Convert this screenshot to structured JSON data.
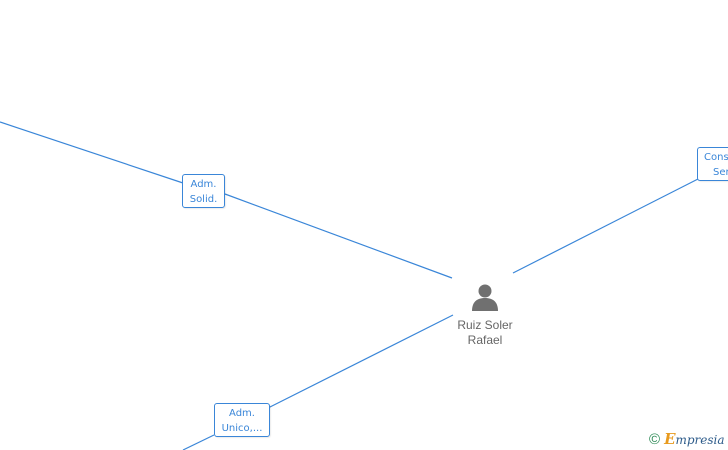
{
  "person": {
    "name_line1": "Ruiz Soler",
    "name_line2": "Rafael",
    "icon": "person-icon"
  },
  "roles": {
    "adm_solid": {
      "line1": "Adm.",
      "line2": "Solid."
    },
    "adm_unico": {
      "line1": "Adm.",
      "line2": "Unico,..."
    },
    "consejero": {
      "line1": "Cons",
      "line2": "Ser"
    }
  },
  "watermark": {
    "copyright": "©",
    "brand_initial": "E",
    "brand_rest": "mpresia"
  },
  "colors": {
    "edge": "#3a86d8",
    "person_icon": "#707070",
    "name_text": "#666666"
  }
}
